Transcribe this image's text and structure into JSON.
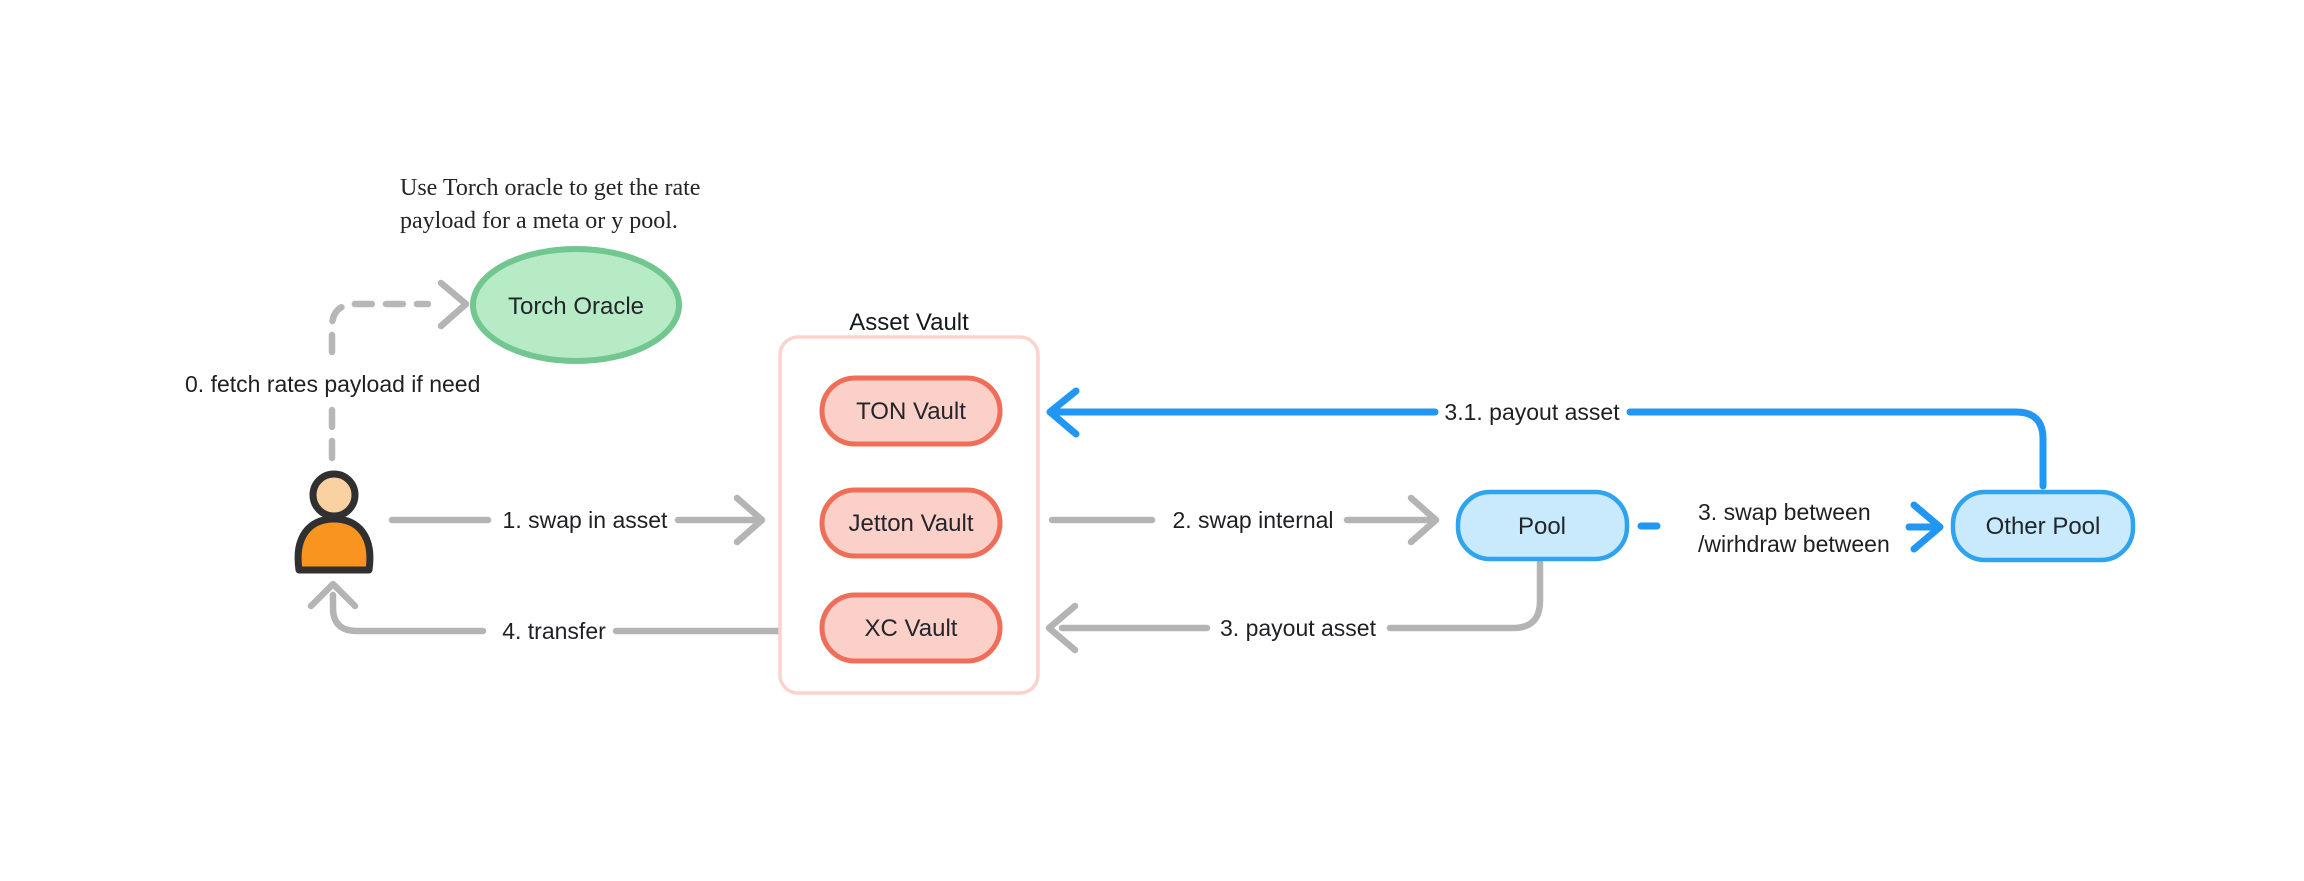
{
  "diagram": {
    "note": {
      "line1": "Use Torch oracle to get the rate",
      "line2": "payload for a meta or y pool."
    },
    "nodes": {
      "torch_oracle": {
        "label": "Torch Oracle"
      },
      "asset_vault": {
        "title": "Asset Vault",
        "items": [
          {
            "label": "TON Vault"
          },
          {
            "label": "Jetton Vault"
          },
          {
            "label": "XC Vault"
          }
        ]
      },
      "pool": {
        "label": "Pool"
      },
      "other_pool": {
        "label": "Other Pool"
      },
      "user": {
        "icon": "user-icon"
      }
    },
    "edges": {
      "fetch_rates": {
        "label": "0. fetch rates payload if need"
      },
      "swap_in": {
        "label": "1. swap in asset"
      },
      "swap_internal": {
        "label": "2. swap internal"
      },
      "swap_between": {
        "line1": "3. swap between",
        "line2": "/wirhdraw between"
      },
      "payout": {
        "label": "3. payout asset"
      },
      "payout_31": {
        "label": "3.1. payout asset"
      },
      "transfer": {
        "label": "4. transfer"
      }
    },
    "colors": {
      "gray_arrow": "#b4b4b4",
      "blue_accent": "#2196f3",
      "green_fill": "#b7ebc6",
      "green_border": "#72c690",
      "pink_fill": "#fbd0c8",
      "red_border": "#ef6e59",
      "vault_box_border": "#fbd3cd",
      "pool_fill": "#c9e9fc",
      "pool_border": "#2ea3ee",
      "person_body": "#f8941f",
      "person_head": "#fad1a0",
      "text": "#1f2023"
    }
  }
}
